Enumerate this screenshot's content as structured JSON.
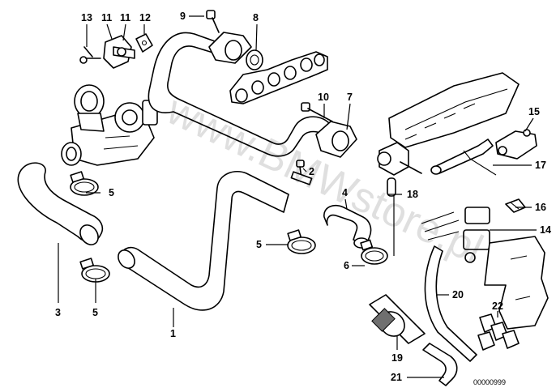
{
  "diagram": {
    "callouts": [
      "13",
      "11",
      "11",
      "12",
      "9",
      "8",
      "10",
      "7",
      "15",
      "2",
      "17",
      "5",
      "4",
      "18",
      "3",
      "5",
      "1",
      "5",
      "6",
      "16",
      "14",
      "20",
      "22",
      "19",
      "21"
    ],
    "watermark": "www.BMWstore.pl",
    "image_code": "00000999"
  }
}
